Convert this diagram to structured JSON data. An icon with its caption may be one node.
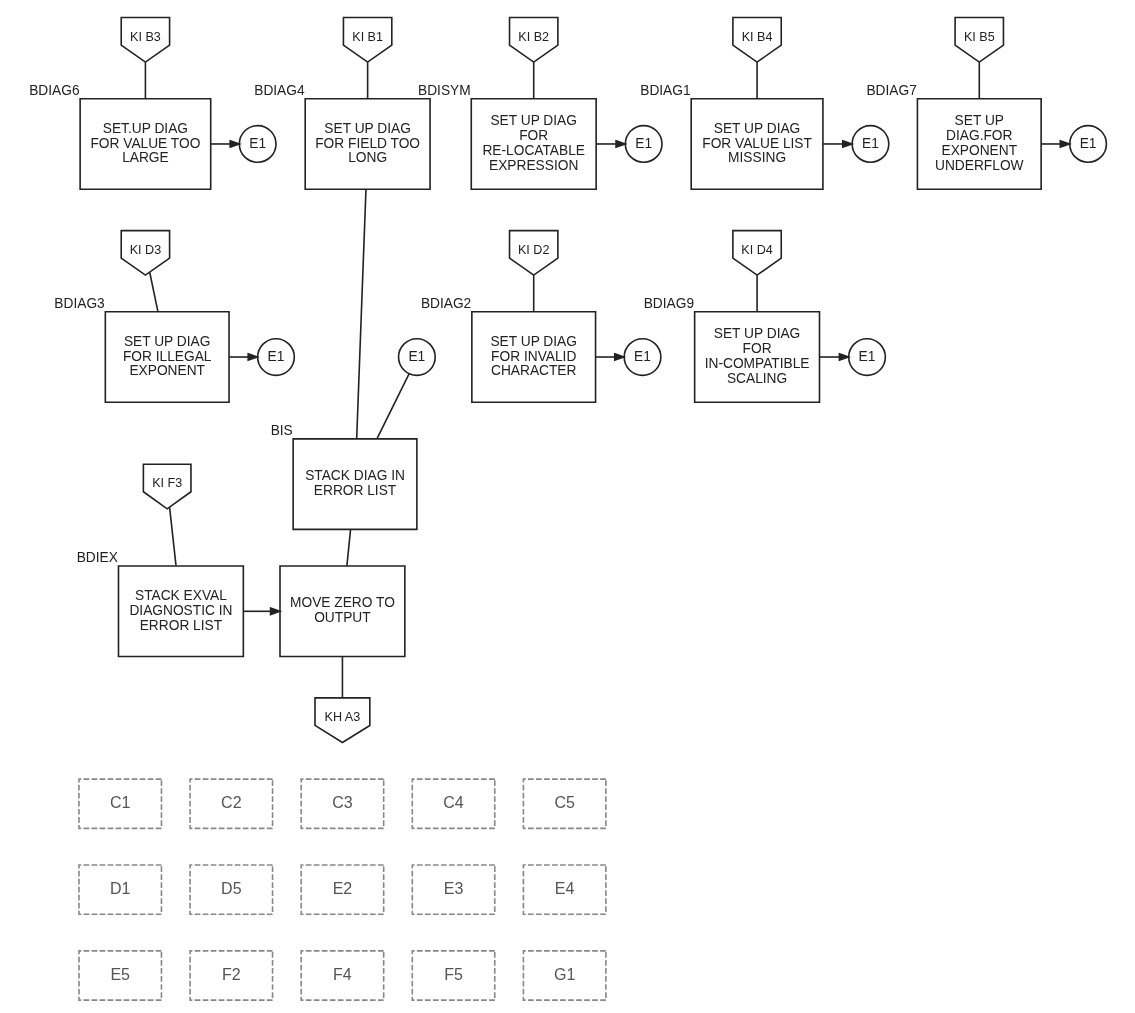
{
  "diagram": {
    "nodes": [
      {
        "text": [
          "KI B1"
        ]
      },
      {
        "text": [
          "KI B2"
        ]
      },
      {
        "text": [
          "KI B3"
        ]
      },
      {
        "text": [
          "KI B4"
        ]
      },
      {
        "text": [
          "KI B5"
        ]
      },
      {
        "text": [
          "SET UP DIAG FOR FIELD TOO LONG"
        ],
        "beside": [
          "BDIAG4"
        ]
      },
      {
        "text": [
          "SET UP DIAG FOR RE-LOCATABLE EXPRESSION"
        ],
        "beside": [
          "BDISYM"
        ]
      },
      {
        "text": [
          "SET.UP DIAG FOR VALUE TOO LARGE"
        ],
        "beside": [
          "BDIAG6"
        ]
      },
      {
        "text": [
          "SET UP DIAG FOR VALUE LIST MISSING"
        ],
        "beside": [
          "BDIAG1"
        ]
      },
      {
        "text": [
          "SET UP DIAG.FOR EXPONENT UNDERFLOW"
        ],
        "beside": [
          "BDIAG7"
        ]
      },
      {
        "text": [
          "E1"
        ]
      },
      {
        "text": [
          "E1"
        ]
      },
      {
        "text": [
          "E1"
        ]
      },
      {
        "text": [
          "E1"
        ]
      },
      {
        "text": [
          "KI D2"
        ]
      },
      {
        "text": [
          "KI D3"
        ]
      },
      {
        "text": [
          "KI D4"
        ]
      },
      {
        "text": [
          "SET UP DIAG FOR INVALID CHARACTER"
        ],
        "beside": [
          "BDIAG2"
        ]
      },
      {
        "text": [
          "SET UP DIAG FOR ILLEGAL EXPONENT"
        ],
        "beside": [
          "BDIAG3"
        ]
      },
      {
        "text": [
          "SET UP DIAG FOR IN-COMPATIBLE SCALING"
        ],
        "beside": [
          "BDIAG9"
        ]
      },
      {
        "text": [
          "E1"
        ]
      },
      {
        "text": [
          "E1"
        ]
      },
      {
        "text": [
          "E1"
        ]
      },
      {
        "text": [
          "E1"
        ]
      },
      {
        "text": [
          "STACK DIAG IN ERROR LIST"
        ],
        "beside": [
          "BIS"
        ]
      },
      {
        "text": [
          "KI F3"
        ]
      },
      {
        "text": [
          "STACK EXVAL DIAGNOSTIC IN ERROR LIST"
        ],
        "beside": [
          "BDIEX"
        ]
      },
      {
        "text": [
          "MOVE ZERO TO OUTPUT"
        ]
      },
      {
        "text": [
          "KH A3"
        ]
      }
    ],
    "edges": [
      {
        "from": 0,
        "to": 5,
        "arrow": "none"
      },
      {
        "from": 1,
        "to": 6,
        "arrow": "none"
      },
      {
        "from": 2,
        "to": 7,
        "arrow": "none"
      },
      {
        "from": 3,
        "to": 8,
        "arrow": "none"
      },
      {
        "from": 4,
        "to": 9,
        "arrow": "none"
      },
      {
        "from": 6,
        "to": 10,
        "arrow": "to"
      },
      {
        "from": 7,
        "to": 11,
        "arrow": "to"
      },
      {
        "from": 8,
        "to": 12,
        "arrow": "to"
      },
      {
        "from": 9,
        "to": 13,
        "arrow": "to"
      },
      {
        "from": 14,
        "to": 17,
        "arrow": "none"
      },
      {
        "from": 15,
        "to": 18,
        "arrow": "none"
      },
      {
        "from": 16,
        "to": 19,
        "arrow": "none"
      },
      {
        "from": 17,
        "to": 21,
        "arrow": "to"
      },
      {
        "from": 18,
        "to": 22,
        "arrow": "to"
      },
      {
        "from": 19,
        "to": 23,
        "arrow": "to"
      },
      {
        "from": 5,
        "to": 24,
        "arrow": "none"
      },
      {
        "from": 20,
        "to": 24,
        "arrow": "none"
      },
      {
        "from": 24,
        "to": 27,
        "arrow": "none"
      },
      {
        "from": 25,
        "to": 26,
        "arrow": "none"
      },
      {
        "from": 26,
        "to": 27,
        "arrow": "to"
      },
      {
        "from": 27,
        "to": 28,
        "arrow": "none"
      }
    ],
    "labels": [
      "C1",
      "C2",
      "C3",
      "C4",
      "C5",
      "D1",
      "D5",
      "E2",
      "E3",
      "E4",
      "E5",
      "F2",
      "F4",
      "F5",
      "G1"
    ]
  }
}
